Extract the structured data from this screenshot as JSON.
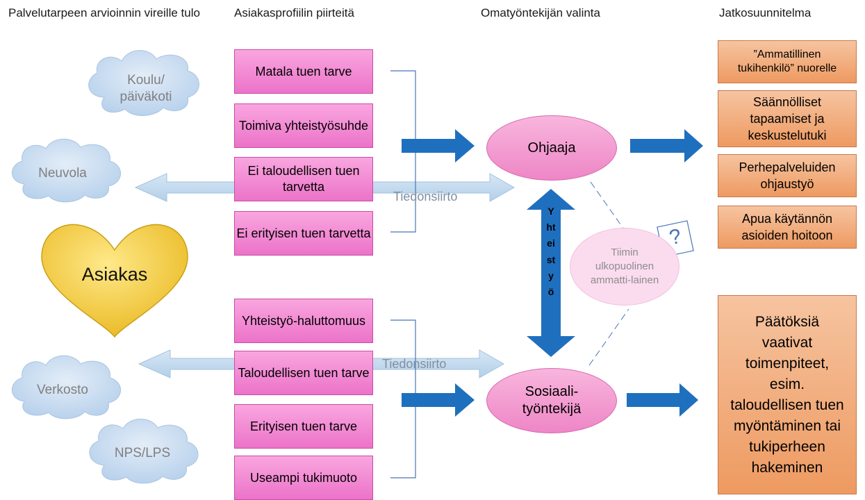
{
  "headers": {
    "col1": "Palvelutarpeen arvioinnin vireille tulo",
    "col2": "Asiakasprofiilin piirteitä",
    "col3": "Omatyöntekijän valinta",
    "col4": "Jatkosuunnitelma"
  },
  "sources": {
    "school": "Koulu/ päiväkoti",
    "clinic": "Neuvola",
    "network": "Verkosto",
    "nps": "NPS/LPS",
    "client": "Asiakas"
  },
  "profile_top": [
    "Matala tuen tarve",
    "Toimiva yhteistyösuhde",
    "Ei taloudellisen tuen tarvetta",
    "Ei erityisen tuen tarvetta"
  ],
  "profile_bottom": [
    "Yhteistyö-haluttomuus",
    "Taloudellisen tuen tarve",
    "Erityisen tuen tarve",
    "Useampi tukimuoto"
  ],
  "transfer_label_top": "Tiedonsiirto",
  "transfer_label_bottom": "Tiedonsiirto",
  "workers": {
    "instructor": "Ohjaaja",
    "social_worker": "Sosiaali-työntekijä",
    "cooperation": "Yhteistyö",
    "outside_expert": "Tiimin ulkopuolinen ammatti-lainen",
    "question_mark": "?"
  },
  "plans_top": [
    "”Ammatillinen tukihenkilö” nuorelle",
    "Säännölliset tapaamiset ja keskustelutuki",
    "Perhepalveluiden ohjaustyö",
    "Apua käytännön asioiden hoitoon"
  ],
  "plan_bottom": "Päätöksiä vaativat toimenpiteet, esim. taloudellisen tuen myöntäminen tai tukiperheen hakeminen",
  "colors": {
    "pink_box": "#ec73c9",
    "orange_box": "#ee9a61",
    "blue_arrow": "#1f6fbf",
    "light_arrow": "#bcd6ec",
    "cloud": "#c9dcf0",
    "heart": "#f4cc3a"
  }
}
